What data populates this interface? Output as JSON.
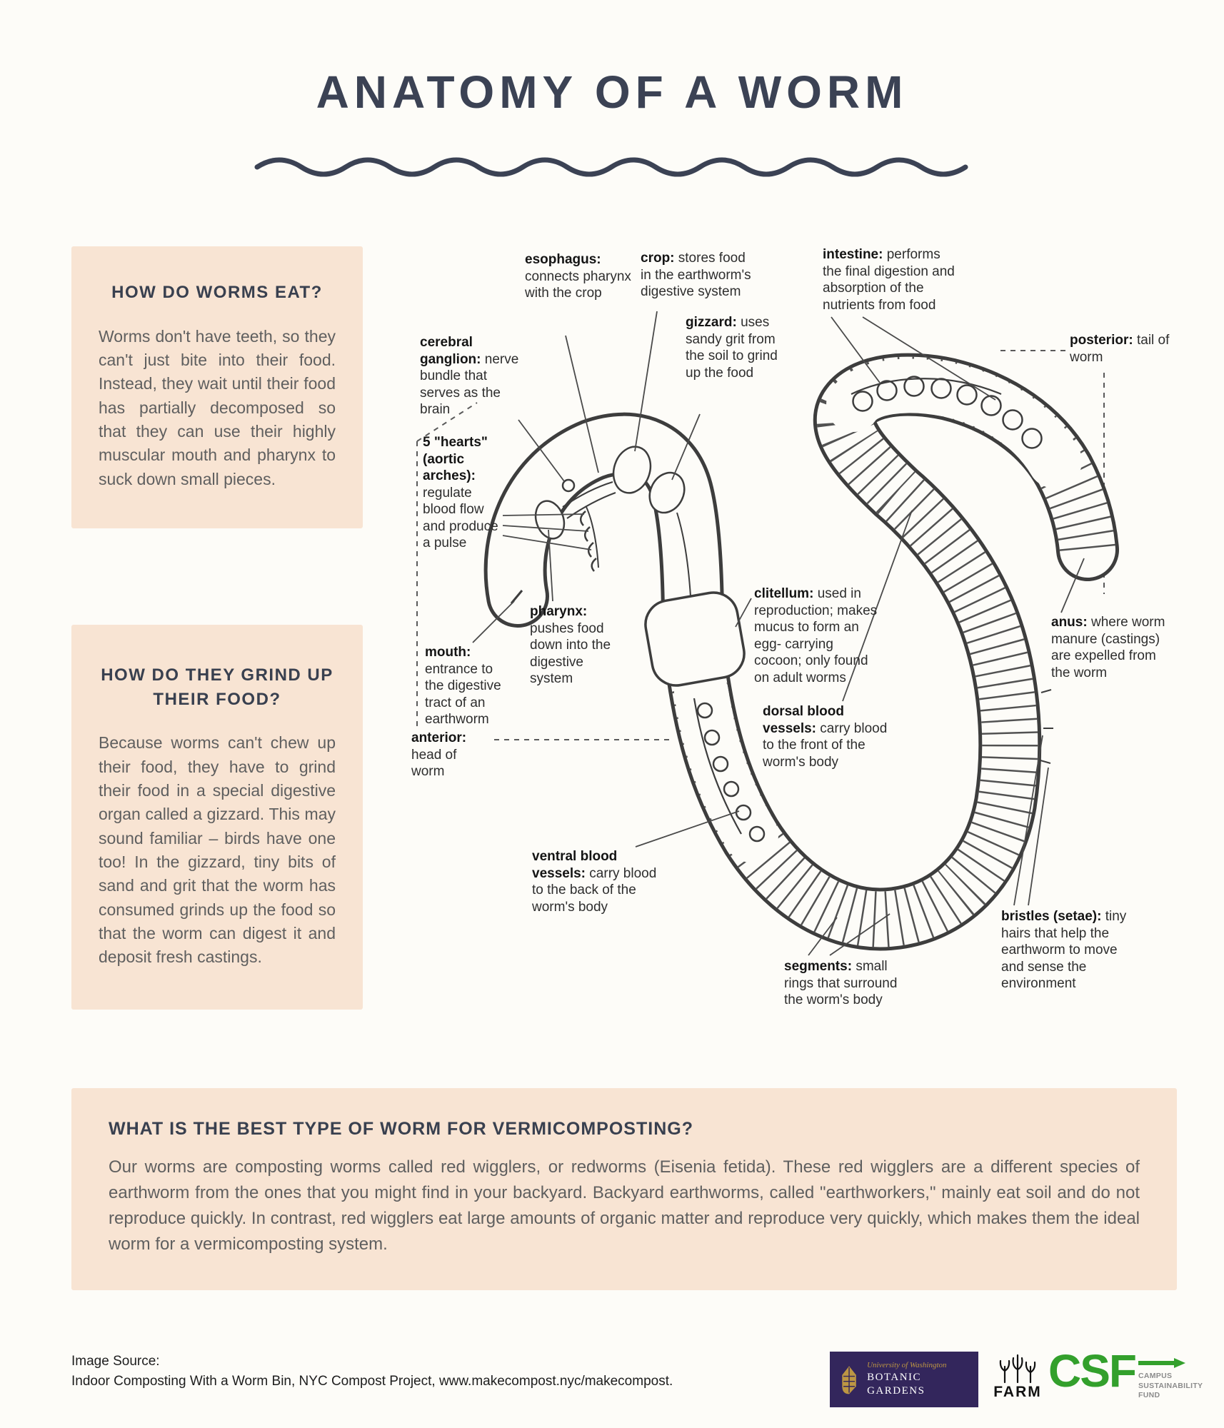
{
  "page": {
    "title": "ANATOMY OF A WORM",
    "colors": {
      "background": "#fdfcf8",
      "box_peach": "#f8e4d3",
      "heading_navy": "#3b4254",
      "body_gray": "#5f5f5f",
      "line_art": "#3d3d3d",
      "csf_green": "#33a02c",
      "uw_purple": "#33265c",
      "uw_gold": "#bd9643"
    }
  },
  "boxes": {
    "eat": {
      "heading": "HOW DO WORMS EAT?",
      "body": "Worms don't have teeth, so they can't just bite into their food. Instead, they wait until their food has partially decomposed so that they can use their highly muscular mouth and pharynx to suck down small pieces."
    },
    "grind": {
      "heading": "HOW DO THEY GRIND UP THEIR FOOD?",
      "body": "Because worms can't chew up their food, they have to grind their food in a special digestive organ called a gizzard. This may sound familiar – birds have one too! In the gizzard, tiny bits of sand and grit that the worm has consumed grinds up the food so that the worm can digest it and deposit fresh castings."
    },
    "best": {
      "heading": "WHAT IS THE BEST TYPE OF WORM FOR VERMICOMPOSTING?",
      "body": "Our worms are composting worms called red wigglers, or redworms (Eisenia fetida). These red wigglers are a different species of earthworm from the ones that you might find in your backyard. Backyard earthworms, called \"earthworkers,\" mainly eat soil and do not reproduce quickly. In contrast, red wigglers eat large amounts of organic matter and reproduce very quickly, which makes them the ideal worm for a vermicomposting system."
    }
  },
  "diagram": {
    "labels": [
      {
        "term": "esophagus:",
        "desc": "connects pharynx with the crop"
      },
      {
        "term": "crop:",
        "desc": "stores food in the earthworm's digestive system"
      },
      {
        "term": "intestine:",
        "desc": "performs the final digestion and absorption of the nutrients from food"
      },
      {
        "term": "gizzard:",
        "desc": "uses sandy grit from the soil to grind up the food"
      },
      {
        "term": "posterior:",
        "desc": "tail of worm"
      },
      {
        "term": "cerebral ganglion:",
        "desc": "nerve bundle that serves as the brain"
      },
      {
        "term": "5 \"hearts\" (aortic arches):",
        "desc": "regulate blood flow and produce a pulse"
      },
      {
        "term": "pharynx:",
        "desc": "pushes food down into the digestive system"
      },
      {
        "term": "mouth:",
        "desc": "entrance to the digestive tract of an earthworm"
      },
      {
        "term": "anterior:",
        "desc": "head of worm"
      },
      {
        "term": "clitellum:",
        "desc": "used in reproduction; makes mucus to form an egg- carrying cocoon; only found on adult worms"
      },
      {
        "term": "dorsal blood vessels:",
        "desc": "carry blood to the front of the worm's body"
      },
      {
        "term": "anus:",
        "desc": "where worm manure (castings) are expelled from the worm"
      },
      {
        "term": "ventral blood vessels:",
        "desc": "carry blood to the back of the worm's body"
      },
      {
        "term": "segments:",
        "desc": "small rings that surround the worm's body"
      },
      {
        "term": "bristles (setae):",
        "desc": "tiny hairs that help the earthworm to move and sense the environment"
      }
    ]
  },
  "footer": {
    "source_label": "Image Source:",
    "source_text": "Indoor Composting With a Worm Bin, NYC Compost Project, www.makecompost.nyc/makecompost."
  },
  "logos": {
    "uw": {
      "university": "University of Washington",
      "name": "BOTANIC GARDENS"
    },
    "farm": {
      "name": "FARM"
    },
    "csf": {
      "acronym": "CSF",
      "line1": "CAMPUS",
      "line2": "SUSTAINABILITY",
      "line3": "FUND"
    }
  }
}
